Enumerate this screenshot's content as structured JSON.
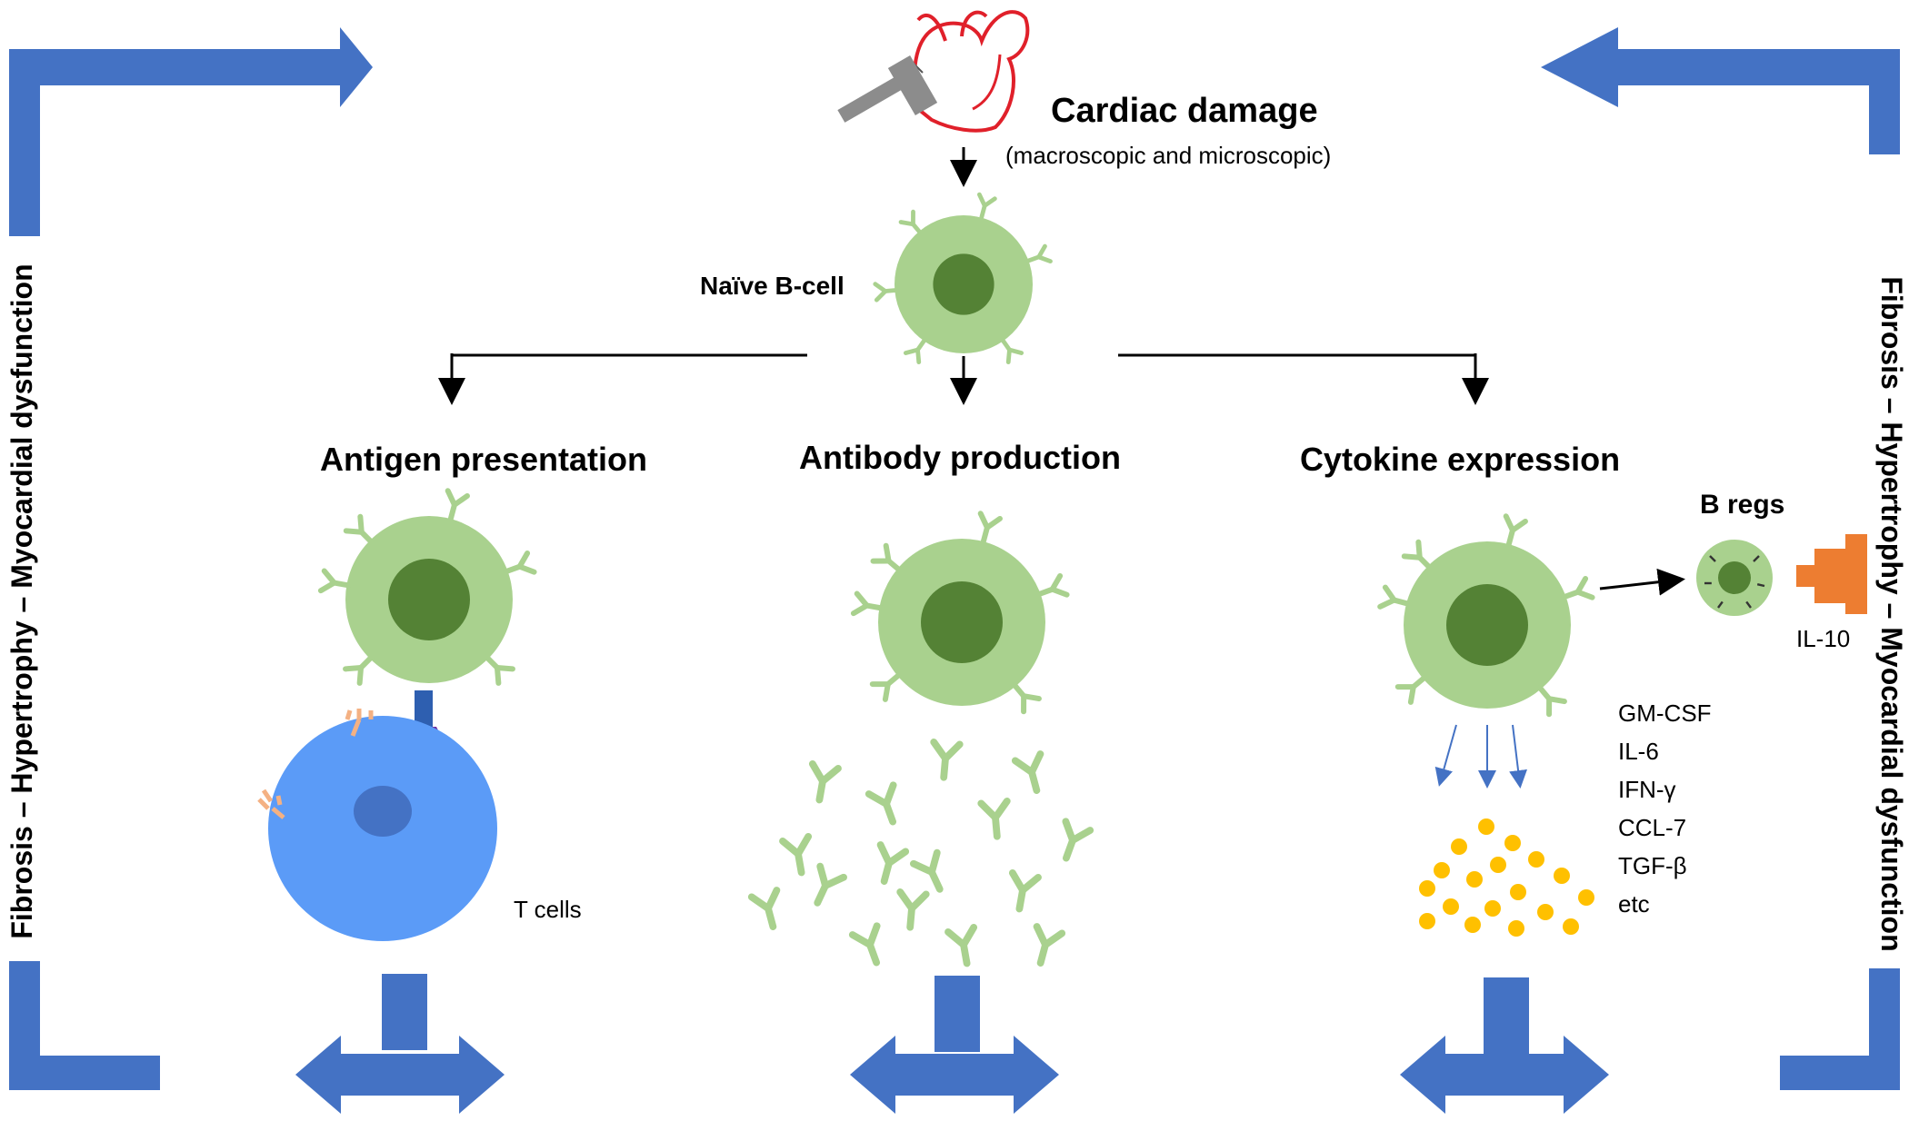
{
  "header": {
    "title": "Cardiac damage",
    "subtitle": "(macroscopic and microscopic)"
  },
  "naive": {
    "label": "Naïve B-cell"
  },
  "branches": [
    {
      "title": "Antigen presentation"
    },
    {
      "title": "Antibody production"
    },
    {
      "title": "Cytokine expression"
    }
  ],
  "tcell": {
    "label": "T cells"
  },
  "bregs": {
    "title": "B regs",
    "il10": "IL-10"
  },
  "cytokines": [
    "GM-CSF",
    "IL-6",
    "IFN-γ",
    "CCL-7",
    "TGF-β",
    "etc"
  ],
  "side_text": {
    "left": "Fibrosis – Hypertrophy – Myocardial dysfunction",
    "right": "Fibrosis – Hypertrophy – Myocardial dysfunction"
  },
  "colors": {
    "arrow_blue": "#4472C4",
    "cell_light_green": "#A9D18E",
    "cell_dark_green": "#548235",
    "tcell_blue": "#5B9BF7",
    "tcell_nucleus": "#4472C4",
    "cytokine_yellow": "#FFC000",
    "il10_orange": "#ED7D31",
    "heart_red": "#E0202A"
  }
}
